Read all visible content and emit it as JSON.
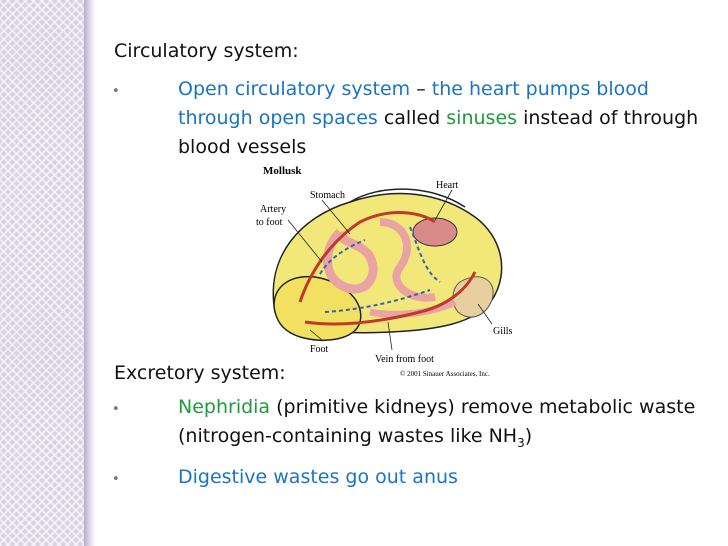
{
  "slide": {
    "circulatory": {
      "heading": "Circulatory system:",
      "bullet": "•",
      "part1": "Open circulatory system",
      "dash": " – ",
      "part2": "the heart pumps blood through open spaces",
      "called": " called ",
      "sinuses": "sinuses",
      "rest": " instead of through blood vessels"
    },
    "figure": {
      "title": "Mollusk",
      "labels": {
        "stomach": "Stomach",
        "artery_line1": "Artery",
        "artery_line2": "to foot",
        "heart": "Heart",
        "gills": "Gills",
        "foot": "Foot",
        "vein": "Vein from foot"
      },
      "copyright": "© 2001 Sinauer Associates, Inc."
    },
    "excretory": {
      "heading": "Excretory system:",
      "bullet1": "•",
      "nephridia": "Nephridia",
      "b1_rest": " (primitive kidneys) remove metabolic waste (nitrogen-containing wastes like NH",
      "subscript": "3",
      "close": ")",
      "bullet2": "•",
      "b2": "Digestive wastes go out anus"
    }
  },
  "colors": {
    "blue": "#1a74c6",
    "green": "#1e9b3c",
    "sidebar": "#d9d2e4"
  }
}
